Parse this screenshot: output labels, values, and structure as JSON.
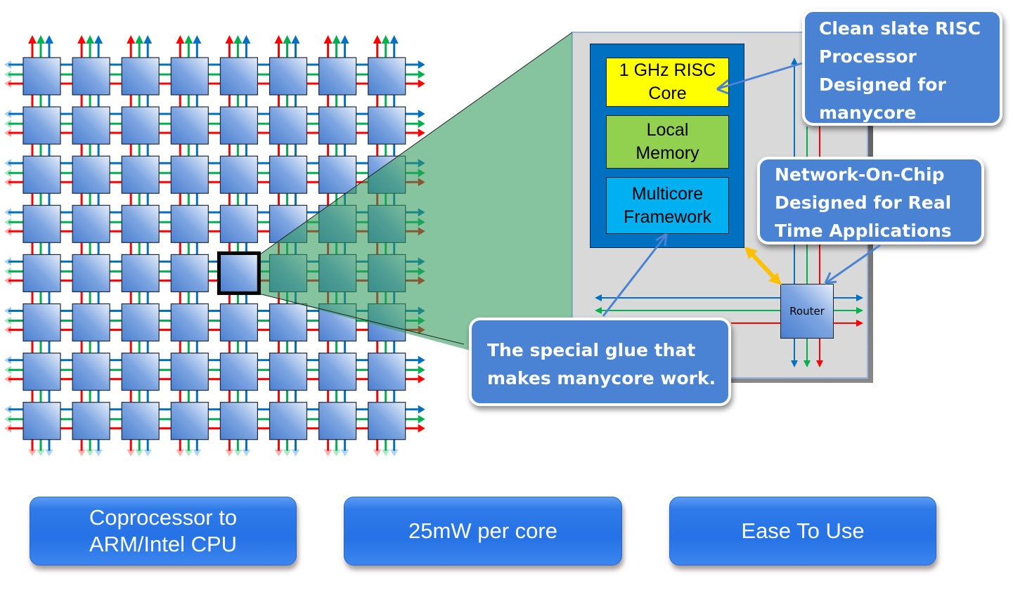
{
  "diagram": {
    "grid": {
      "rows": 8,
      "cols": 8,
      "highlighted_core": {
        "row": 4,
        "col": 4
      }
    },
    "zoom_panel": {
      "blocks": [
        {
          "lines": [
            "1 GHz RISC",
            "Core"
          ],
          "color": "#ffff00"
        },
        {
          "lines": [
            "Local",
            "Memory"
          ],
          "color": "#92d050"
        },
        {
          "lines": [
            "Multicore",
            "Framework"
          ],
          "color": "#00b0f0"
        }
      ],
      "container_color": "#0070c0",
      "router_label": "Router"
    },
    "callouts": [
      {
        "id": "risc",
        "lines": [
          "Clean slate RISC",
          "Processor",
          "Designed for",
          "manycore"
        ]
      },
      {
        "id": "noc",
        "lines": [
          "Network-On-Chip",
          "Designed for Real",
          "Time Applications"
        ]
      },
      {
        "id": "glue",
        "lines": [
          "The special glue that",
          "makes manycore work."
        ]
      }
    ],
    "link_colors": {
      "red": "#ff0000",
      "green": "#00b050",
      "blue": "#0070c0",
      "arrow": "#4a82d4",
      "bidirectional": "#ffc000"
    }
  },
  "features": [
    {
      "lines": [
        "Coprocessor to",
        "ARM/Intel CPU"
      ]
    },
    {
      "lines": [
        "25mW per core"
      ]
    },
    {
      "lines": [
        "Ease To Use"
      ]
    }
  ]
}
